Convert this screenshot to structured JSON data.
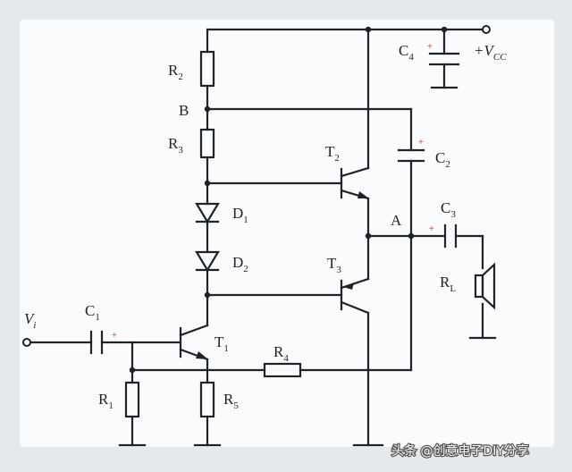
{
  "labels": {
    "r1": "R",
    "r1_sub": "1",
    "r2": "R",
    "r2_sub": "2",
    "r3": "R",
    "r3_sub": "3",
    "r4": "R",
    "r4_sub": "4",
    "r5": "R",
    "r5_sub": "5",
    "rl": "R",
    "rl_sub": "L",
    "c1": "C",
    "c1_sub": "1",
    "c2": "C",
    "c2_sub": "2",
    "c3": "C",
    "c3_sub": "3",
    "c4": "C",
    "c4_sub": "4",
    "d1": "D",
    "d1_sub": "1",
    "d2": "D",
    "d2_sub": "2",
    "t1": "T",
    "t1_sub": "1",
    "t2": "T",
    "t2_sub": "2",
    "t3": "T",
    "t3_sub": "3",
    "node_a": "A",
    "node_b": "B",
    "vcc_prefix": "+V",
    "vcc_sub": "CC",
    "vi": "V",
    "vi_sub": "i",
    "plus": "+"
  },
  "watermark": "头条 @创意电子DIY分享"
}
